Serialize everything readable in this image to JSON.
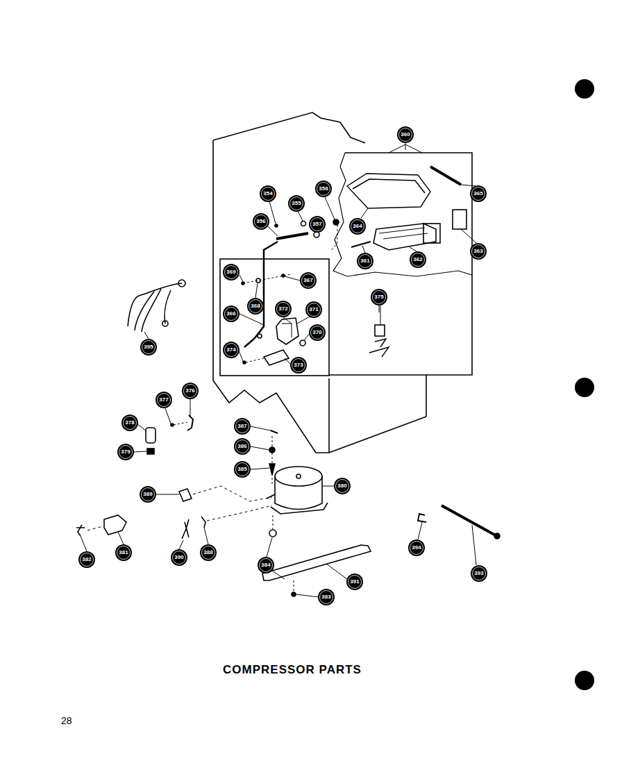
{
  "diagram": {
    "title": "COMPRESSOR PARTS",
    "labels": [
      "360",
      "365",
      "364",
      "363",
      "362",
      "361",
      "354",
      "355",
      "358",
      "356",
      "357",
      "369",
      "368",
      "367",
      "366",
      "372",
      "371",
      "370",
      "374",
      "373",
      "375",
      "395",
      "376",
      "377",
      "378",
      "379",
      "387",
      "386",
      "385",
      "380",
      "389",
      "382",
      "381",
      "390",
      "388",
      "384",
      "391",
      "383",
      "394",
      "393",
      "28"
    ]
  }
}
